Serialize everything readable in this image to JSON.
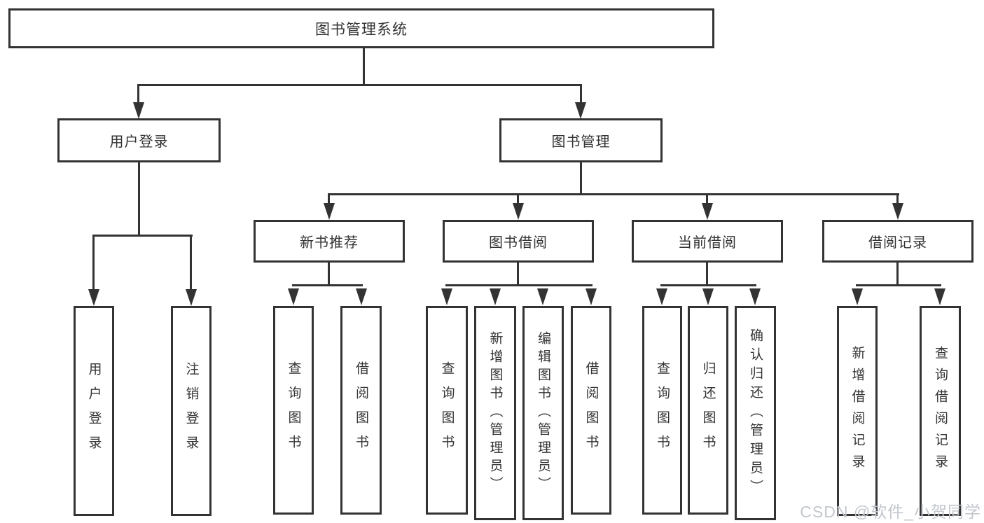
{
  "colors": {
    "line": "#333333",
    "text": "#333333",
    "background": "#ffffff",
    "watermark_text": "#c3c7cd"
  },
  "tree": {
    "root": {
      "label": "图书管理系统"
    },
    "branches": [
      {
        "label": "用户登录",
        "children": [
          {
            "label": "用户登录"
          },
          {
            "label": "注销登录"
          }
        ]
      },
      {
        "label": "图书管理",
        "groups": [
          {
            "label": "新书推荐",
            "children": [
              {
                "label": "查询图书"
              },
              {
                "label": "借阅图书"
              }
            ]
          },
          {
            "label": "图书借阅",
            "children": [
              {
                "label": "查询图书"
              },
              {
                "label": "新增图书（管理员）"
              },
              {
                "label": "编辑图书（管理员）"
              },
              {
                "label": "借阅图书"
              }
            ]
          },
          {
            "label": "当前借阅",
            "children": [
              {
                "label": "查询图书"
              },
              {
                "label": "归还图书"
              },
              {
                "label": "确认归还（管理员）"
              }
            ]
          },
          {
            "label": "借阅记录",
            "children": [
              {
                "label": "新增借阅记录"
              },
              {
                "label": "查询借阅记录"
              }
            ]
          }
        ]
      }
    ]
  },
  "watermark": "CSDN @软件_小贺同学"
}
